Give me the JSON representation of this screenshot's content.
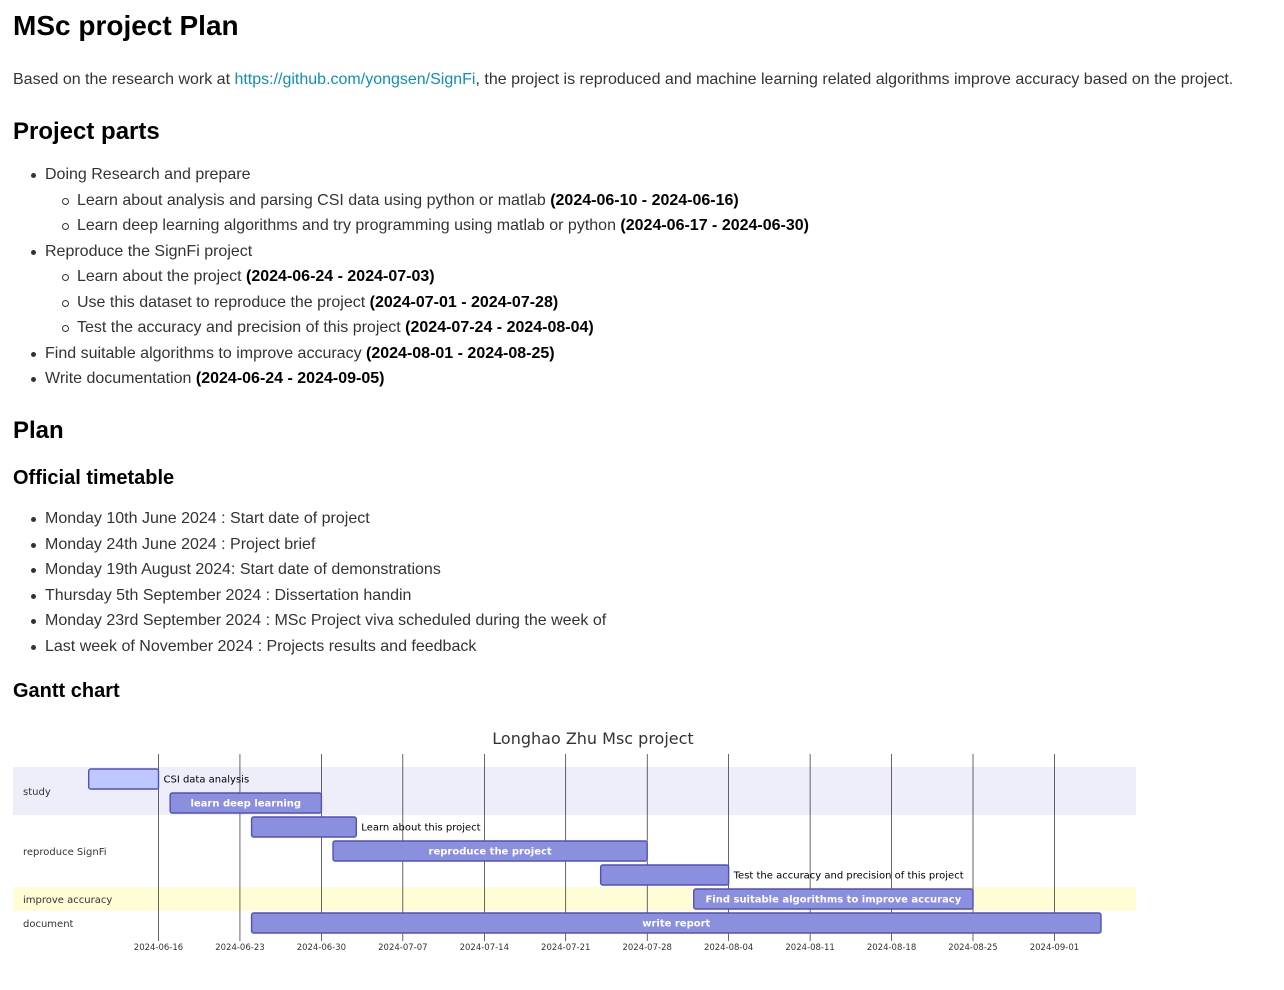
{
  "title": "MSc project Plan",
  "intro": {
    "before": "Based on the research work at ",
    "link": "https://github.com/yongsen/SignFi",
    "after": ", the project is reproduced and machine learning related algorithms improve accuracy based on the project."
  },
  "parts_heading": "Project parts",
  "parts": [
    {
      "level": 1,
      "text": "Doing Research and prepare",
      "dates": ""
    },
    {
      "level": 2,
      "text": "Learn about analysis and parsing CSI data using python or matlab ",
      "dates": "(2024-06-10 - 2024-06-16)"
    },
    {
      "level": 2,
      "text": "Learn deep learning algorithms and try programming using matlab or python ",
      "dates": "(2024-06-17 - 2024-06-30)"
    },
    {
      "level": 1,
      "text": "Reproduce the SignFi project",
      "dates": ""
    },
    {
      "level": 2,
      "text": "Learn about the project ",
      "dates": "(2024-06-24 - 2024-07-03)"
    },
    {
      "level": 2,
      "text": "Use this dataset to reproduce the project ",
      "dates": "(2024-07-01 - 2024-07-28)"
    },
    {
      "level": 2,
      "text": "Test the accuracy and precision of this project ",
      "dates": "(2024-07-24 - 2024-08-04)"
    },
    {
      "level": 1,
      "text": "Find suitable algorithms to improve accuracy ",
      "dates": "(2024-08-01 - 2024-08-25)"
    },
    {
      "level": 1,
      "text": "Write documentation ",
      "dates": "(2024-06-24 - 2024-09-05)"
    }
  ],
  "plan_heading": "Plan",
  "timetable_heading": "Official timetable",
  "timetable": [
    "Monday 10th June 2024 : Start date of project",
    "Monday 24th June 2024 : Project brief",
    "Monday 19th August 2024: Start date of demonstrations",
    "Thursday 5th September 2024 : Dissertation handin",
    "Monday 23rd September 2024 : MSc Project viva scheduled during the week of",
    "Last week of November 2024 : Projects results and feedback"
  ],
  "gantt_heading": "Gantt chart",
  "chart_data": {
    "type": "gantt",
    "title": "Longhao Zhu Msc project",
    "x_ticks": [
      "2024-06-16",
      "2024-06-23",
      "2024-06-30",
      "2024-07-07",
      "2024-07-14",
      "2024-07-21",
      "2024-07-28",
      "2024-08-04",
      "2024-08-11",
      "2024-08-18",
      "2024-08-25",
      "2024-09-01"
    ],
    "sections": [
      {
        "name": "study",
        "color": "#eeeefb"
      },
      {
        "name": "reproduce SignFi",
        "color": "#ffffff"
      },
      {
        "name": "improve accuracy",
        "color": "#fffdd6"
      },
      {
        "name": "document",
        "color": "#ffffff"
      }
    ],
    "tasks": [
      {
        "label": "CSI data analysis",
        "section": 0,
        "start": "2024-06-10",
        "end": "2024-06-16",
        "status": "done",
        "label_outside": true
      },
      {
        "label": "learn deep learning",
        "section": 0,
        "start": "2024-06-17",
        "end": "2024-06-30",
        "status": "active",
        "label_outside": false
      },
      {
        "label": "Learn about this project",
        "section": 1,
        "start": "2024-06-24",
        "end": "2024-07-03",
        "status": "active",
        "label_outside": true
      },
      {
        "label": "reproduce the project",
        "section": 1,
        "start": "2024-07-01",
        "end": "2024-07-28",
        "status": "active",
        "label_outside": false
      },
      {
        "label": "Test the accuracy and precision of this project",
        "section": 1,
        "start": "2024-07-24",
        "end": "2024-08-04",
        "status": "active",
        "label_outside": true
      },
      {
        "label": "Find suitable algorithms to improve accuracy",
        "section": 2,
        "start": "2024-08-01",
        "end": "2024-08-25",
        "status": "active",
        "label_outside": false
      },
      {
        "label": "write report",
        "section": 3,
        "start": "2024-06-24",
        "end": "2024-09-05",
        "status": "active",
        "label_outside": false
      }
    ],
    "colors": {
      "task_fill": "#8a90dd",
      "task_border": "#534fbc",
      "done_fill": "#bfc7ff",
      "grid": "#000000",
      "text": "#333333"
    }
  }
}
